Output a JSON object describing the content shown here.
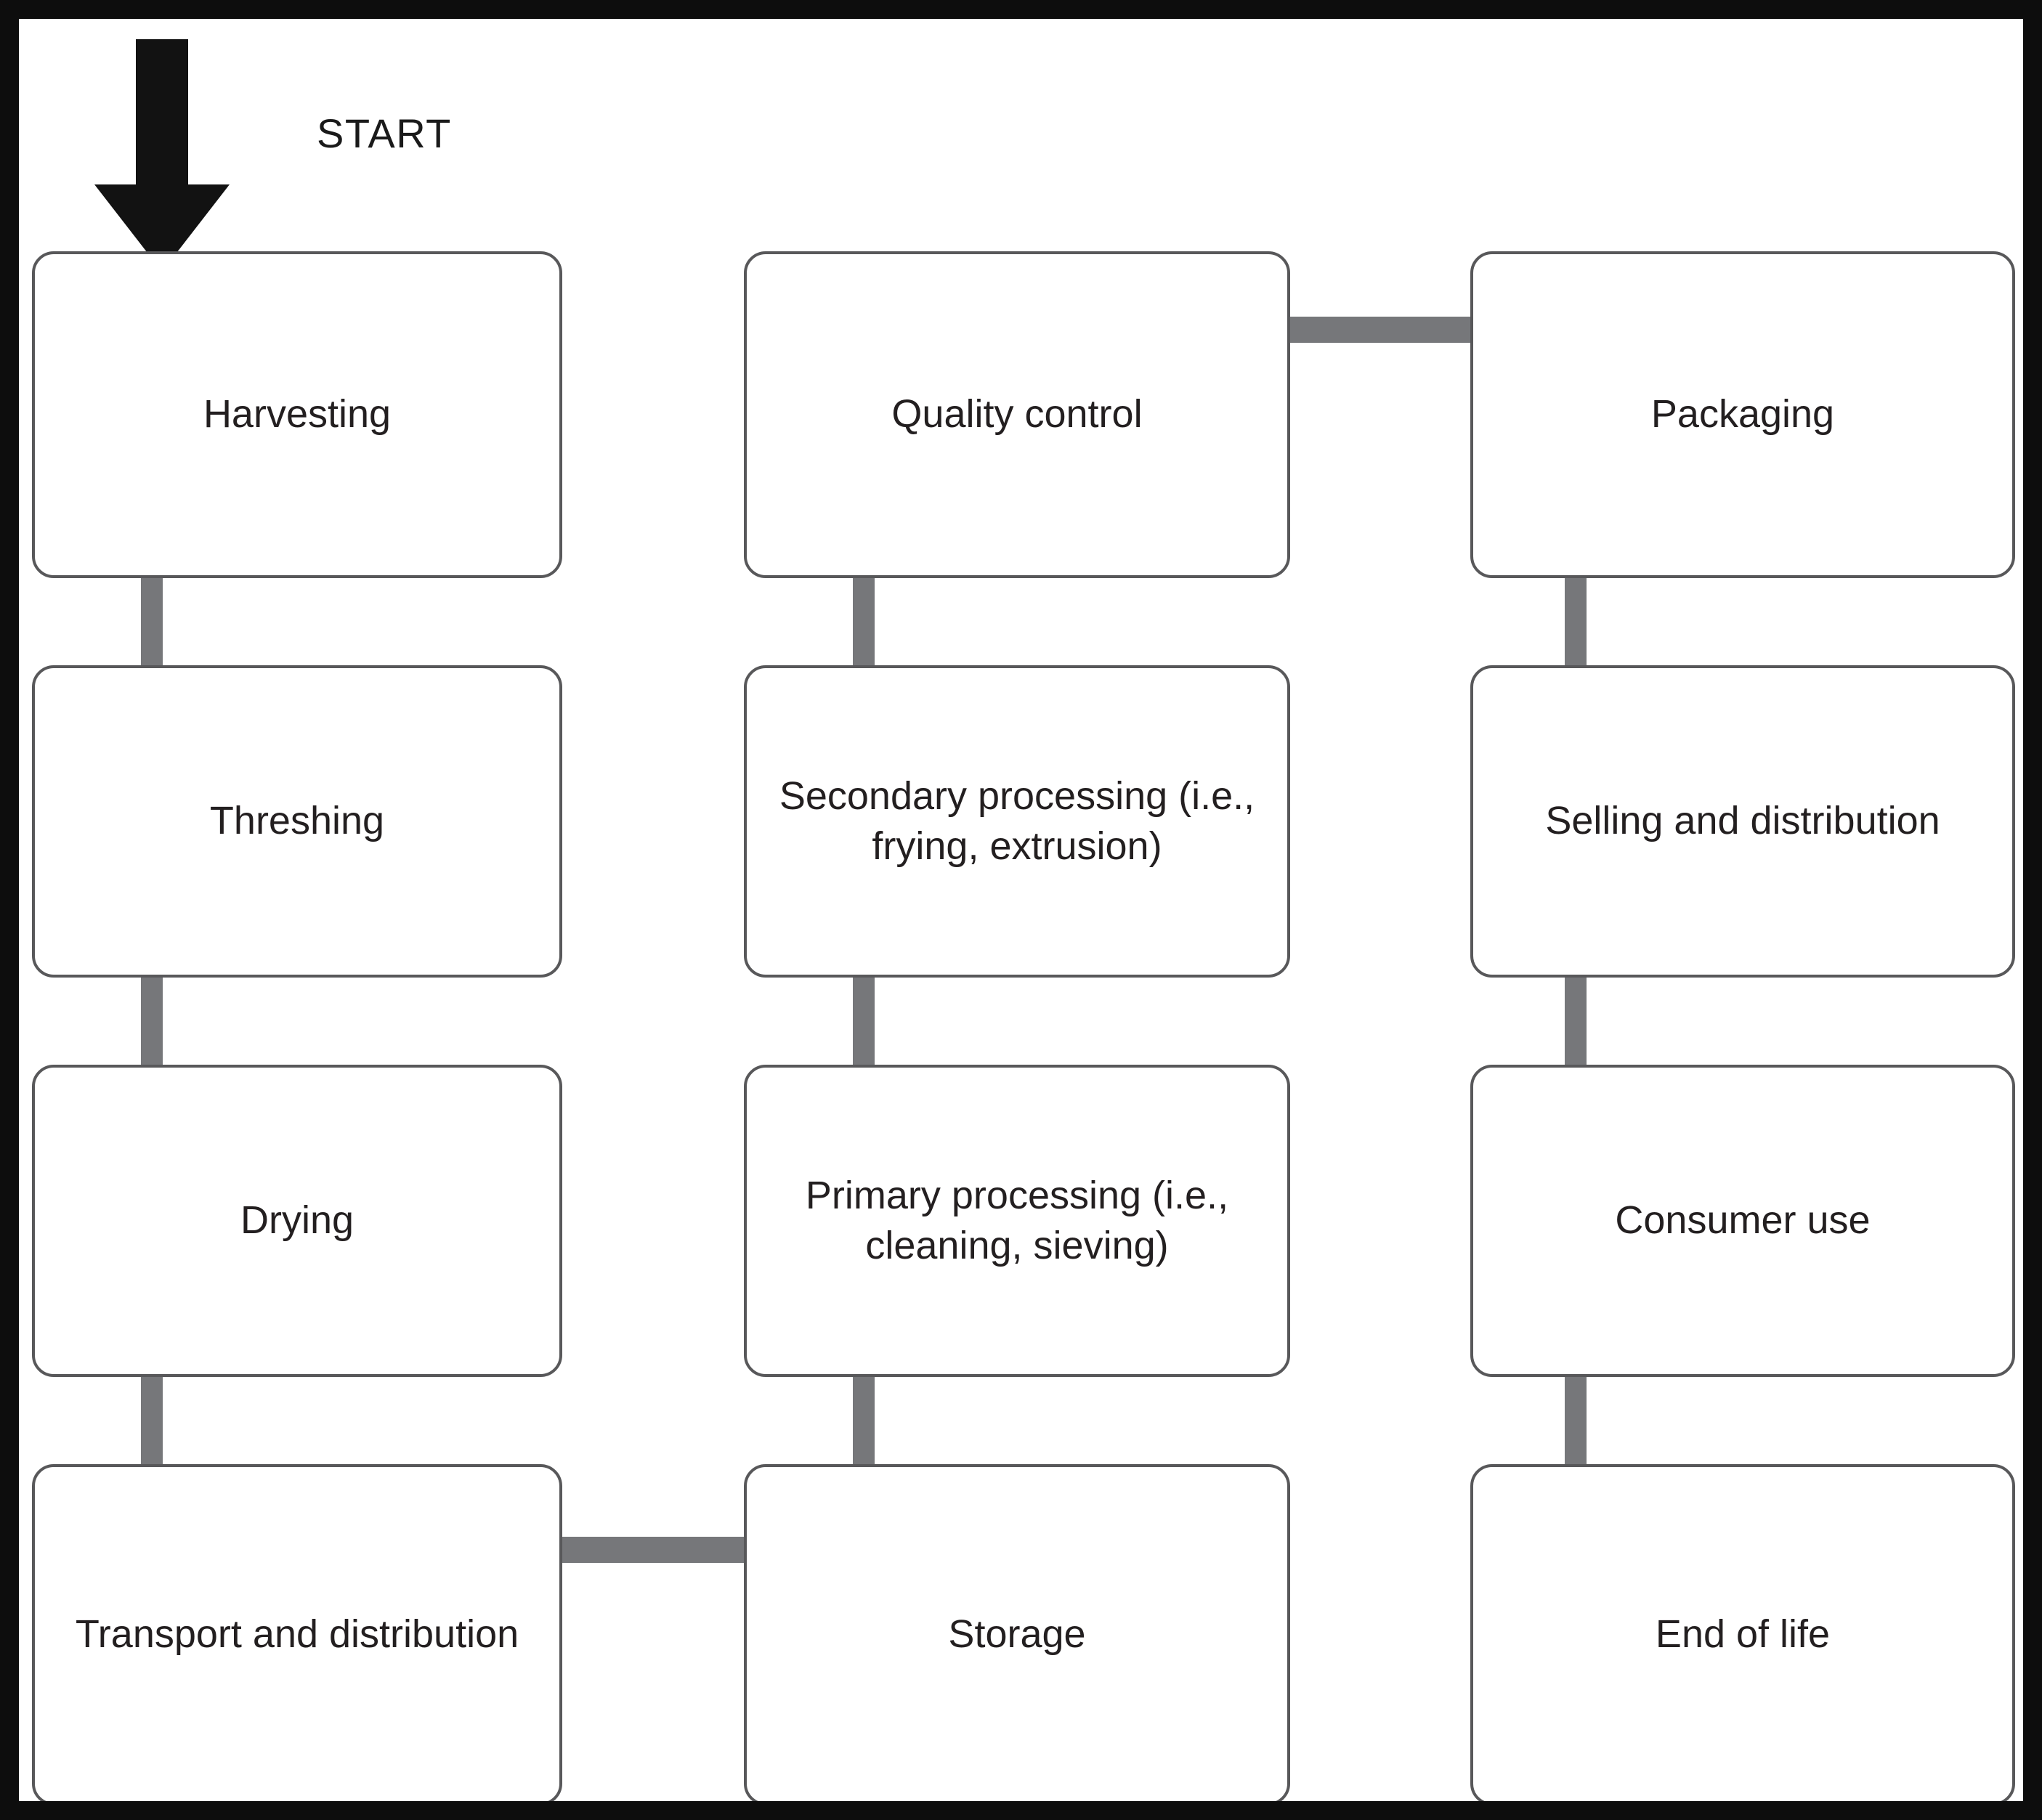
{
  "diagram": {
    "title_label": "START",
    "start_arrow_icon": "down-arrow-icon",
    "border_color": "#0d0d0d",
    "node_border_color": "#58585a",
    "connector_color": "#76777a",
    "text_color": "#231f20",
    "background_color": "#ffffff",
    "columns": [
      {
        "name": "left-column",
        "nodes": [
          {
            "id": "harvesting",
            "label": "Harvesting"
          },
          {
            "id": "threshing",
            "label": "Threshing"
          },
          {
            "id": "drying",
            "label": "Drying"
          },
          {
            "id": "transport-and-distribution",
            "label": "Transport and distribution"
          }
        ]
      },
      {
        "name": "middle-column",
        "nodes": [
          {
            "id": "quality-control",
            "label": "Quality control"
          },
          {
            "id": "secondary-processing",
            "label": "Secondary processing (i.e., frying, extrusion)"
          },
          {
            "id": "primary-processing",
            "label": "Primary processing (i.e., cleaning, sieving)"
          },
          {
            "id": "storage",
            "label": "Storage"
          }
        ]
      },
      {
        "name": "right-column",
        "nodes": [
          {
            "id": "packaging",
            "label": "Packaging"
          },
          {
            "id": "selling-and-distribution",
            "label": "Selling and distribution"
          },
          {
            "id": "consumer-use",
            "label": "Consumer use"
          },
          {
            "id": "end-of-life",
            "label": "End of life"
          }
        ]
      }
    ],
    "flow_sequence": [
      "Harvesting",
      "Threshing",
      "Drying",
      "Transport and distribution",
      "Storage",
      "Primary processing (i.e., cleaning, sieving)",
      "Secondary processing (i.e., frying, extrusion)",
      "Quality control",
      "Packaging",
      "Selling and distribution",
      "Consumer use",
      "End of life"
    ]
  }
}
